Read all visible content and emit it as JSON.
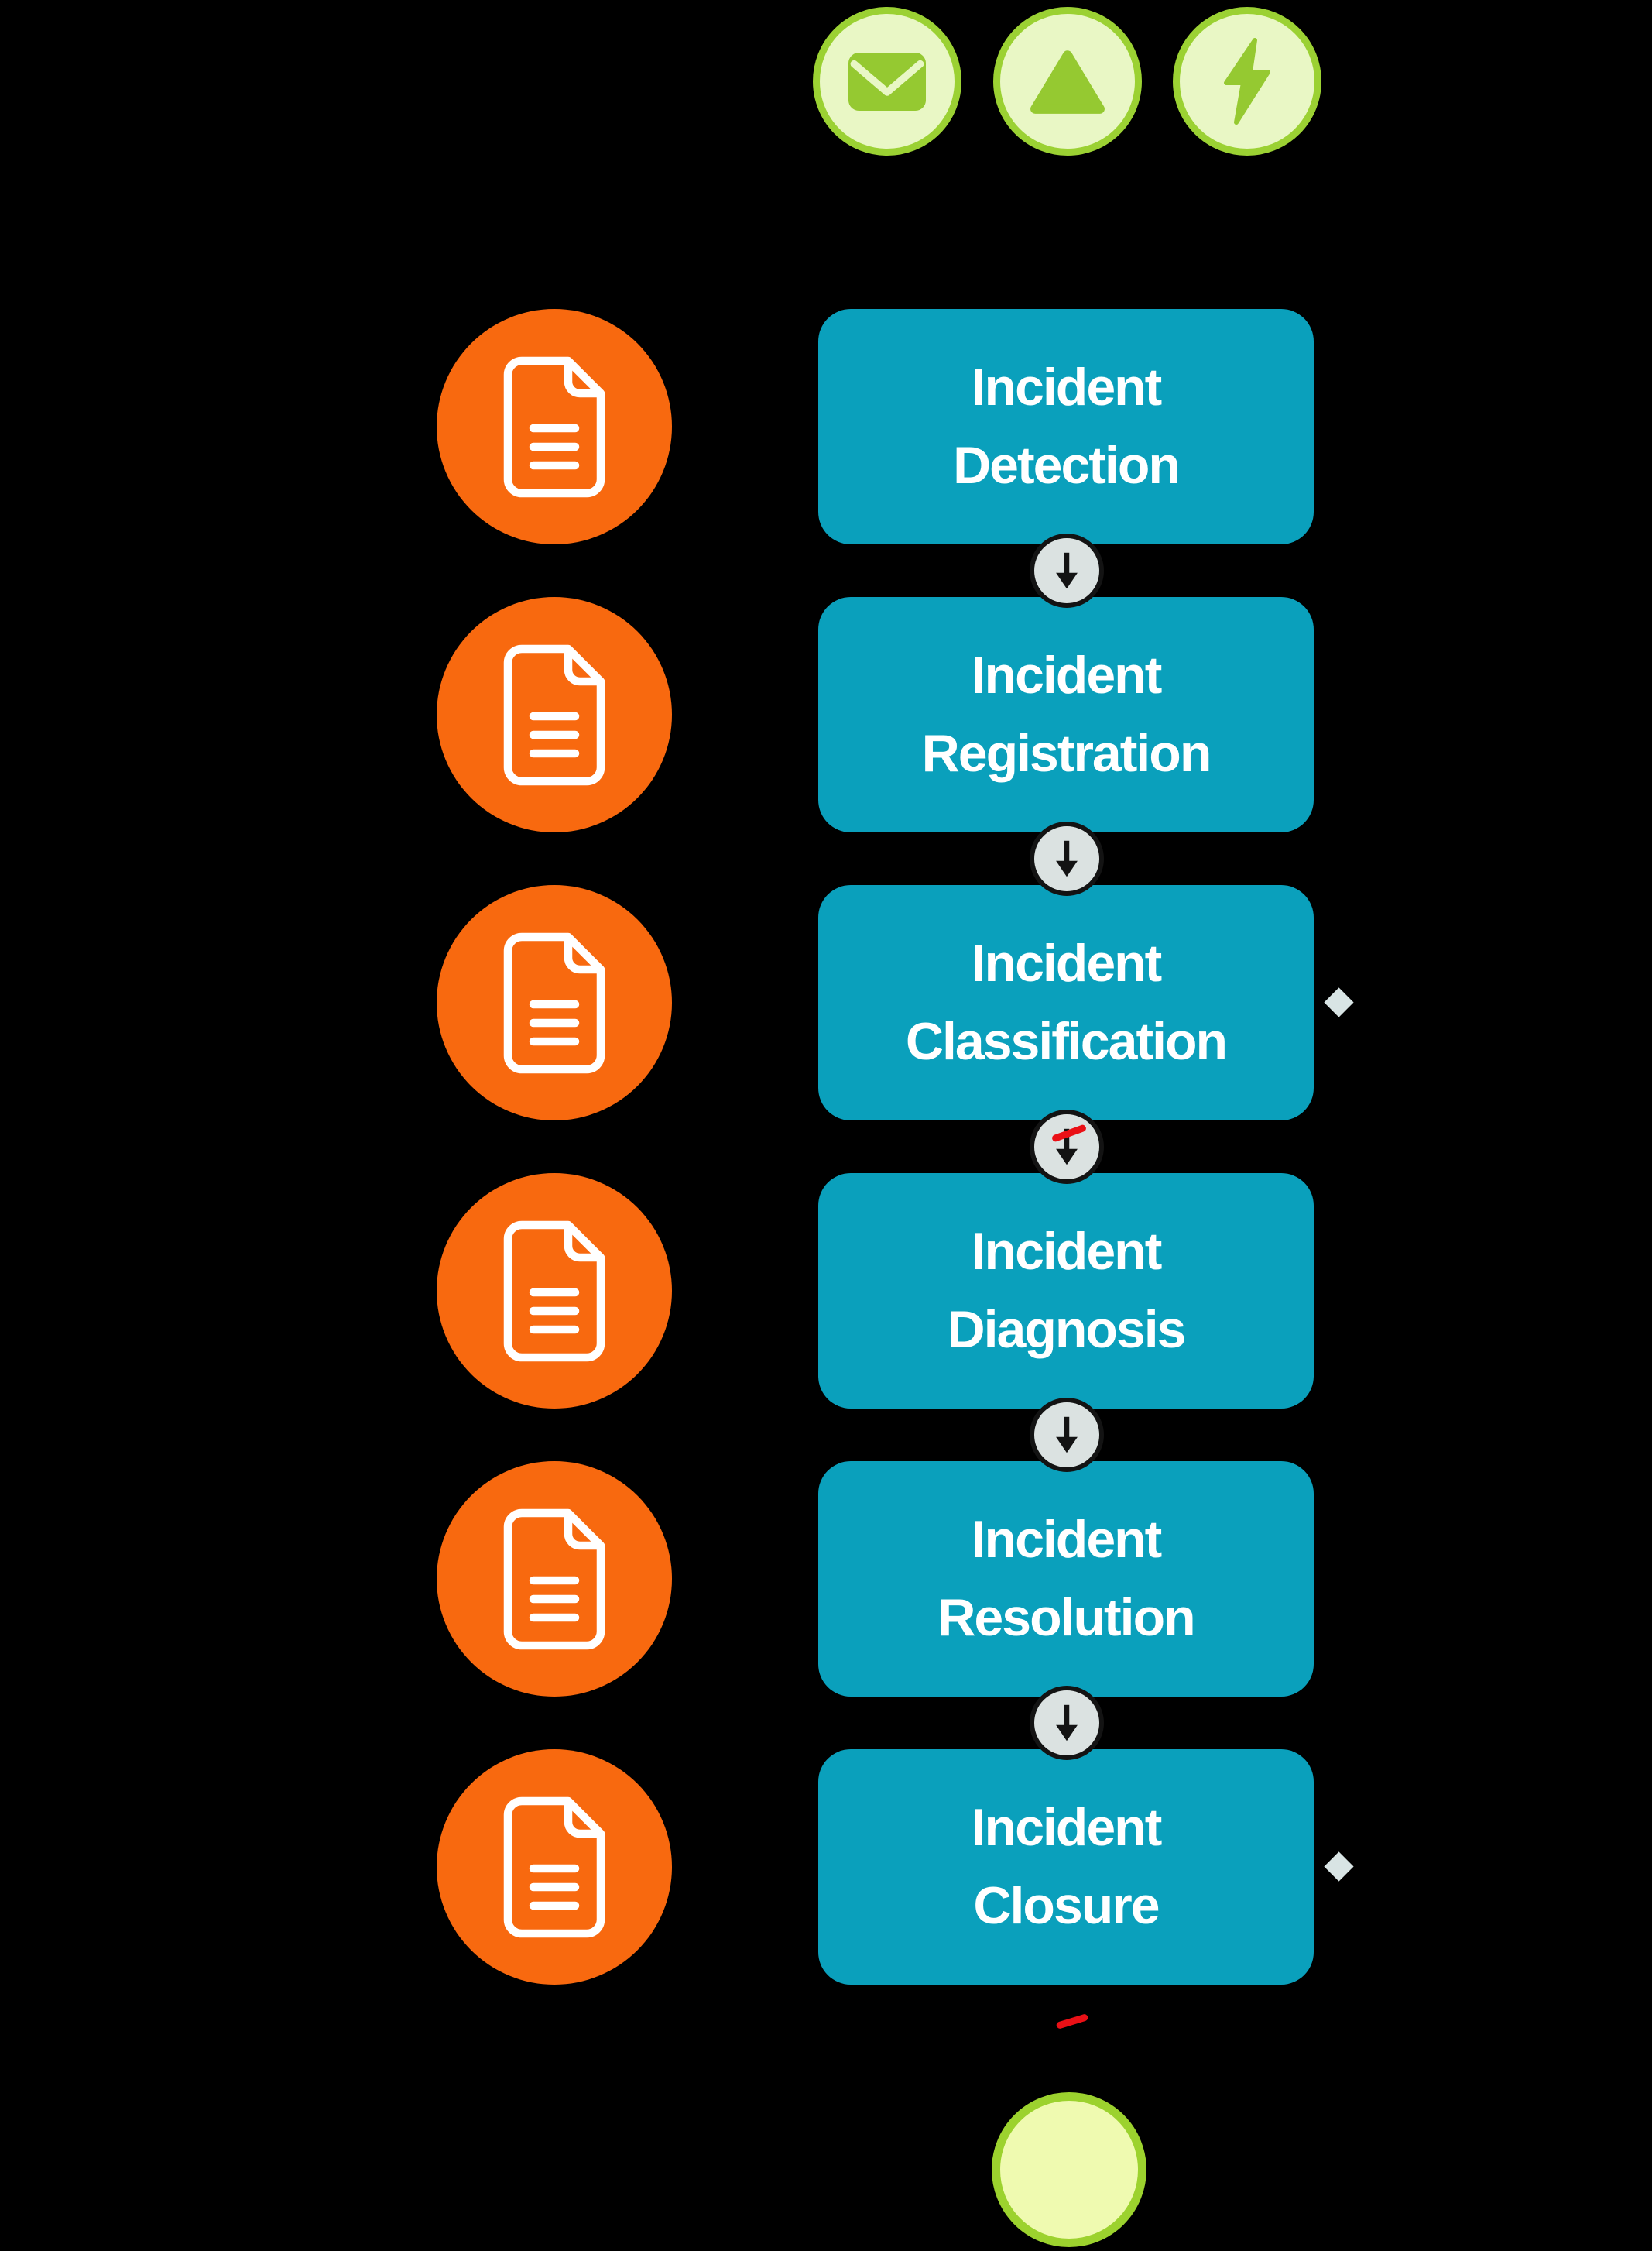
{
  "colors": {
    "background": "#000000",
    "box_fill": "#0aa0bc",
    "box_text": "#ffffff",
    "orange_circle": "#f8690f",
    "doc_icon": "#ffffff",
    "source_fill": "#e9f7c5",
    "source_border": "#9bd133",
    "source_icon": "#95c931",
    "connector_fill": "#dbe2e1",
    "connector_border": "#131313",
    "arrow": "#131313",
    "diamond": "#d8e4e4",
    "end_fill": "#effab0",
    "end_border": "#9cd22e",
    "red_mark": "#ea1016"
  },
  "sources": [
    {
      "icon": "envelope-icon"
    },
    {
      "icon": "warning-triangle-icon"
    },
    {
      "icon": "lightning-bolt-icon"
    }
  ],
  "steps": [
    {
      "label": "Incident\nDetection",
      "icon": "document-icon"
    },
    {
      "label": "Incident\nRegistration",
      "icon": "document-icon"
    },
    {
      "label": "Incident\nClassification",
      "icon": "document-icon"
    },
    {
      "label": "Incident\nDiagnosis",
      "icon": "document-icon"
    },
    {
      "label": "Incident\nResolution",
      "icon": "document-icon"
    },
    {
      "label": "Incident\nClosure",
      "icon": "document-icon"
    }
  ],
  "connectors": [
    {
      "from": "Incident Detection",
      "to": "Incident Registration",
      "icon": "down-arrow-icon",
      "crossed_out": false
    },
    {
      "from": "Incident Registration",
      "to": "Incident Classification",
      "icon": "down-arrow-icon",
      "crossed_out": false
    },
    {
      "from": "Incident Classification",
      "to": "Incident Diagnosis",
      "icon": "down-arrow-icon",
      "crossed_out": true
    },
    {
      "from": "Incident Diagnosis",
      "to": "Incident Resolution",
      "icon": "down-arrow-icon",
      "crossed_out": false
    },
    {
      "from": "Incident Resolution",
      "to": "Incident Closure",
      "icon": "down-arrow-icon",
      "crossed_out": false
    }
  ],
  "decision_markers": [
    {
      "shape": "diamond",
      "attached_to": "Incident Classification"
    },
    {
      "shape": "diamond",
      "attached_to": "Incident Closure"
    }
  ],
  "end_node": {
    "shape": "circle"
  },
  "annotations": [
    {
      "type": "red-slash",
      "on": "connector between Incident Classification and Incident Diagnosis"
    },
    {
      "type": "red-dash",
      "on": "link between Incident Closure and end node"
    }
  ]
}
